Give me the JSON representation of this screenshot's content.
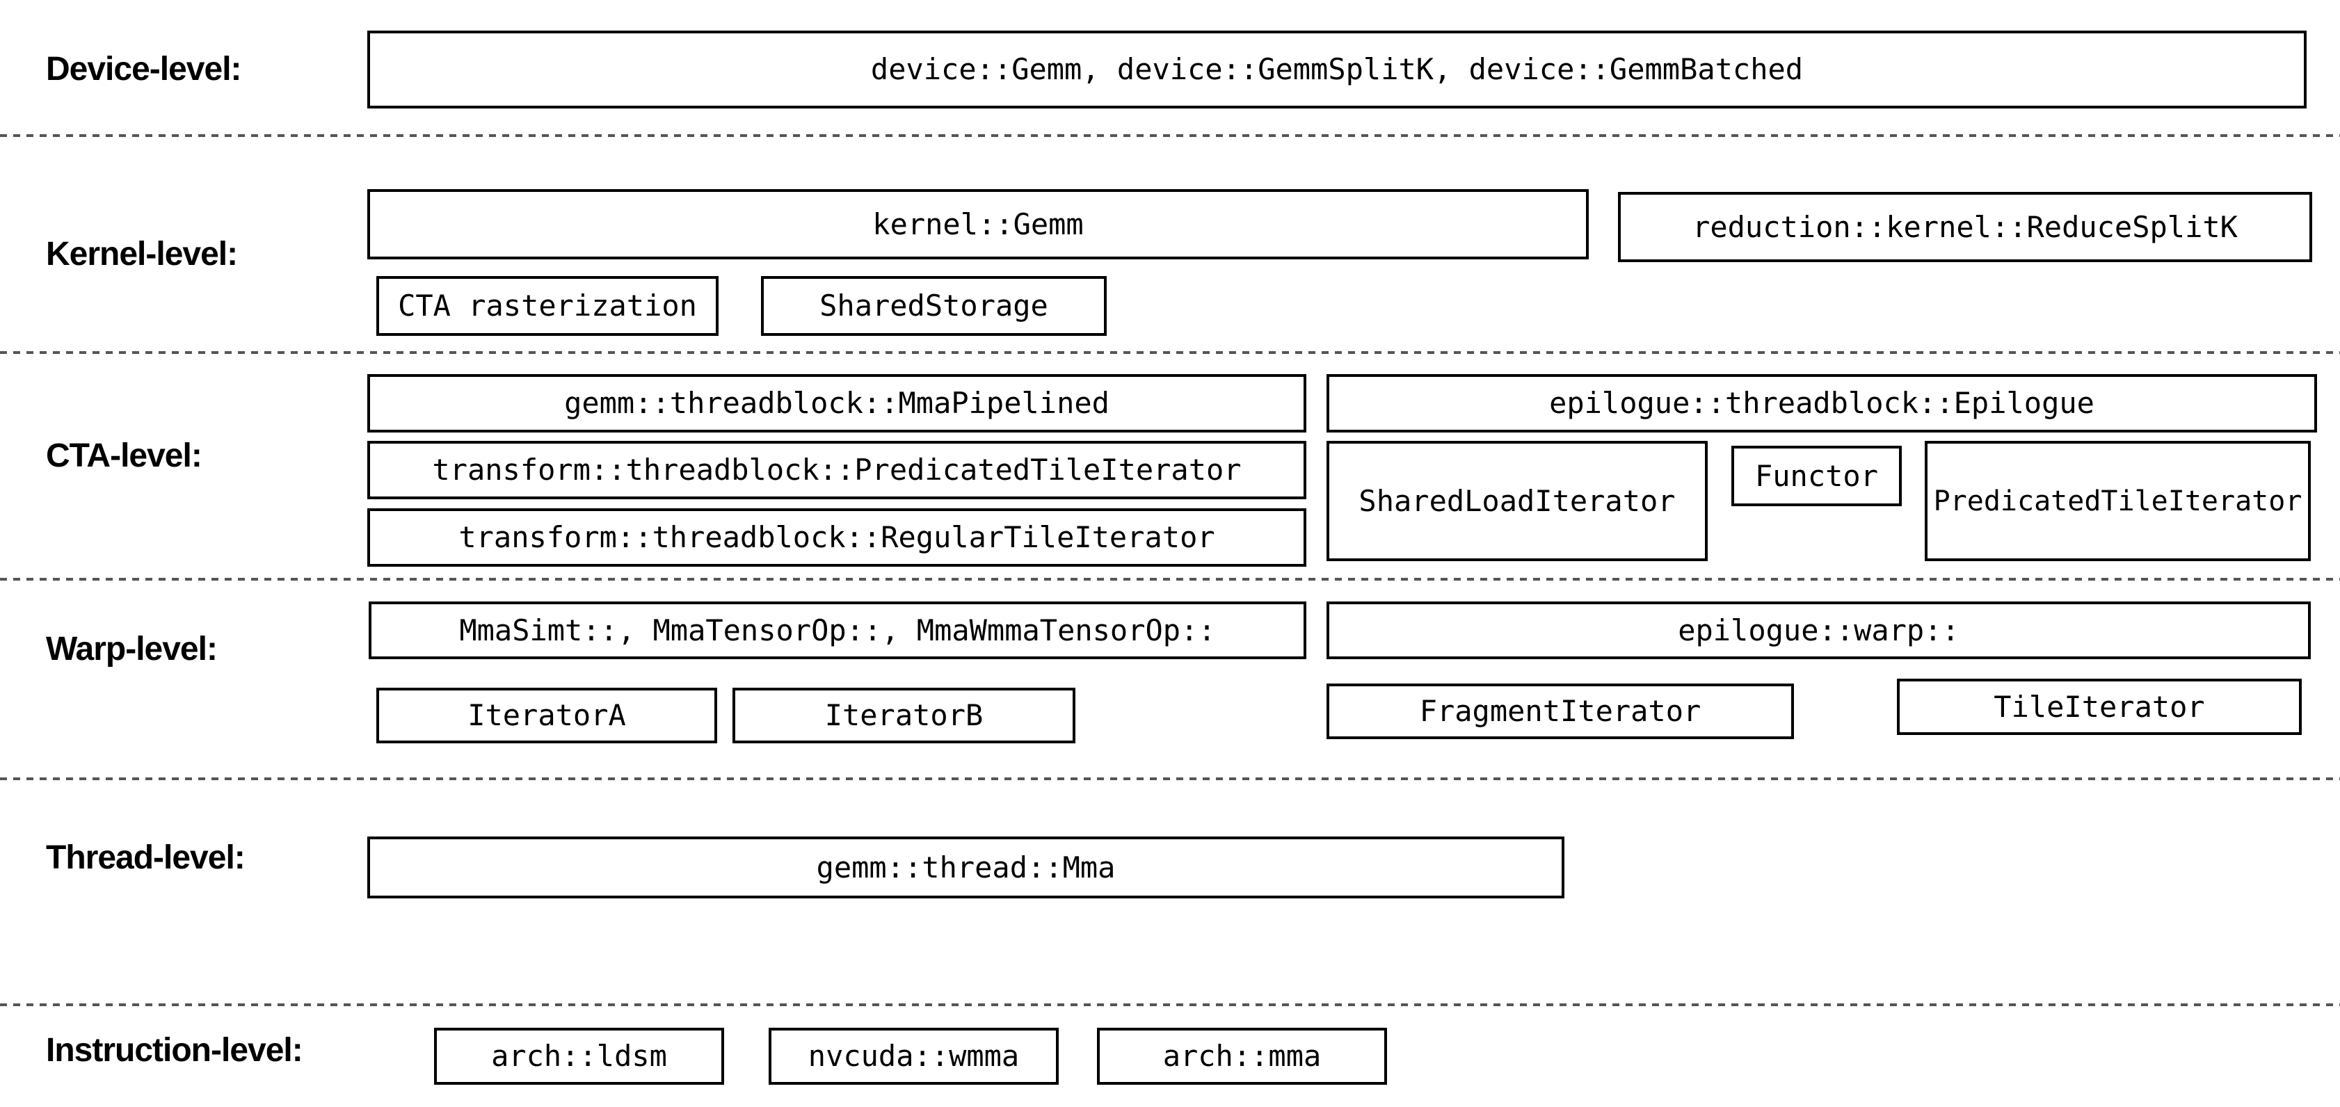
{
  "colors": {
    "background": "#ffffff",
    "box_border": "#000000",
    "text": "#000000",
    "divider": "#555555"
  },
  "rows": {
    "device": {
      "label": "Device-level:",
      "boxes": {
        "main": "device::Gemm, device::GemmSplitK, device::GemmBatched"
      }
    },
    "kernel": {
      "label": "Kernel-level:",
      "boxes": {
        "gemm": "kernel::Gemm",
        "reduce": "reduction::kernel::ReduceSplitK",
        "cta_raster": "CTA rasterization",
        "shared_storage": "SharedStorage"
      }
    },
    "cta": {
      "label": "CTA-level:",
      "boxes": {
        "mma_pipelined": "gemm::threadblock::MmaPipelined",
        "predicated_tile_iterator": "transform::threadblock::PredicatedTileIterator",
        "regular_tile_iterator": "transform::threadblock::RegularTileIterator",
        "epilogue": "epilogue::threadblock::Epilogue",
        "shared_load_iterator": "SharedLoadIterator",
        "functor": "Functor",
        "epilogue_predicated_tile_iterator": "PredicatedTileIterator"
      }
    },
    "warp": {
      "label": "Warp-level:",
      "boxes": {
        "mma": "MmaSimt::, MmaTensorOp::, MmaWmmaTensorOp::",
        "epilogue": "epilogue::warp::",
        "iterator_a": "IteratorA",
        "iterator_b": "IteratorB",
        "fragment_iterator": "FragmentIterator",
        "tile_iterator": "TileIterator"
      }
    },
    "thread": {
      "label": "Thread-level:",
      "boxes": {
        "mma": "gemm::thread::Mma"
      }
    },
    "instruction": {
      "label": "Instruction-level:",
      "boxes": {
        "ldsm": "arch::ldsm",
        "wmma": "nvcuda::wmma",
        "mma": "arch::mma"
      }
    }
  }
}
